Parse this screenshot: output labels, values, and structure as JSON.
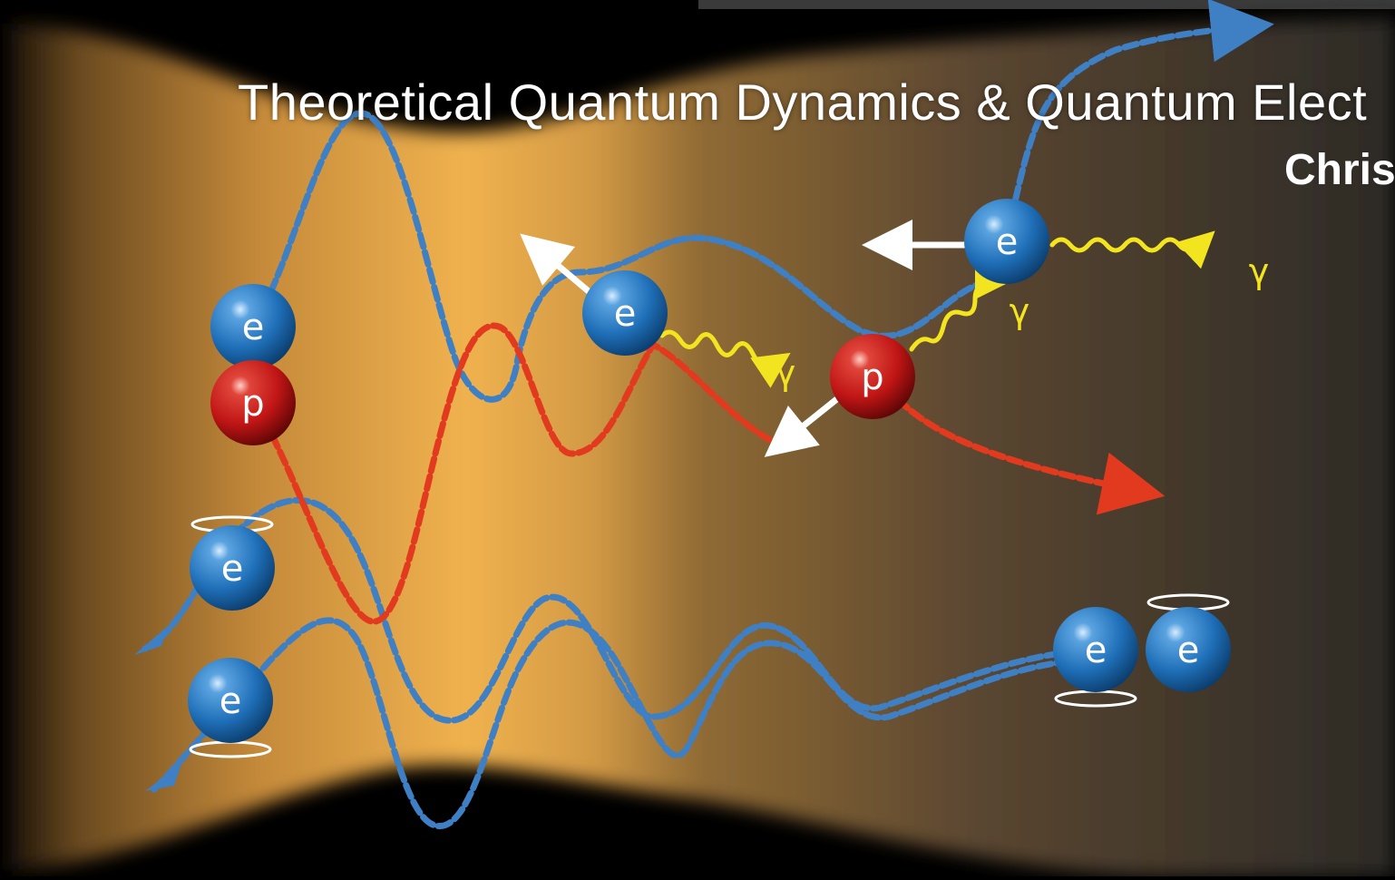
{
  "slide": {
    "title": "Theoretical Quantum Dynamics & Quantum Elect",
    "author": "Chris"
  },
  "figure": {
    "particles": [
      {
        "id": "e-top-left",
        "label": "e",
        "type": "electron"
      },
      {
        "id": "p-left",
        "label": "p",
        "type": "proton"
      },
      {
        "id": "e-spin-upper-left",
        "label": "e",
        "type": "electron"
      },
      {
        "id": "e-spin-lower-left",
        "label": "e",
        "type": "electron"
      },
      {
        "id": "e-middle",
        "label": "e",
        "type": "electron"
      },
      {
        "id": "p-right",
        "label": "p",
        "type": "proton"
      },
      {
        "id": "e-top-right",
        "label": "e",
        "type": "electron"
      },
      {
        "id": "e-pair-left",
        "label": "e",
        "type": "electron"
      },
      {
        "id": "e-pair-right",
        "label": "e",
        "type": "electron"
      }
    ],
    "photon_labels": [
      {
        "id": "gamma-middle",
        "label": "γ"
      },
      {
        "id": "gamma-right-lower",
        "label": "γ"
      },
      {
        "id": "gamma-right-upper",
        "label": "γ"
      }
    ],
    "colors": {
      "electron": "#1f6fb8",
      "proton": "#c01515",
      "photon": "#f3e420",
      "electron_path": "#3f7fc4",
      "proton_path": "#e23a1e",
      "laser_beam": "#e8a64a"
    }
  }
}
